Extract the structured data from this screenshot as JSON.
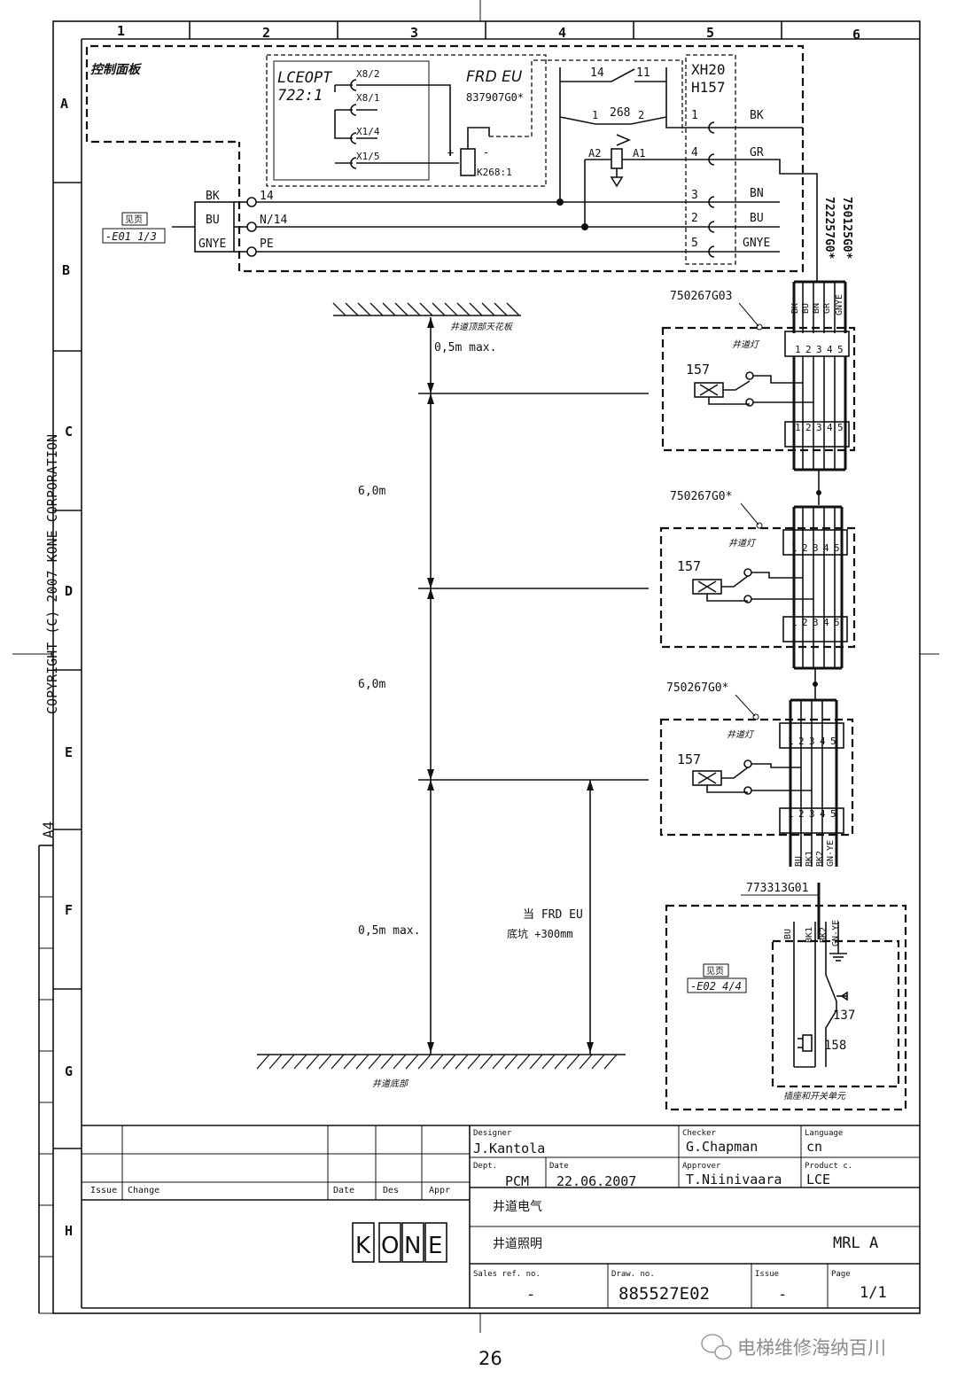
{
  "grid": {
    "columns": [
      "1",
      "2",
      "3",
      "4",
      "5",
      "6"
    ],
    "rows": [
      "A",
      "B",
      "C",
      "D",
      "E",
      "F",
      "G",
      "H"
    ]
  },
  "side_text": {
    "copyright": "COPYRIGHT (C) 2007 KONE CORPORATION",
    "paper_size": "A4"
  },
  "control_panel": {
    "title": "控制面板",
    "lceopt": [
      "LCEOPT",
      "722:1"
    ],
    "lceopt_pins": [
      "X8/2",
      "X8/1",
      "X1/4",
      "X1/5"
    ],
    "frd": {
      "title": "FRD EU",
      "code": "837907G0*"
    },
    "relay_label": "K268:1",
    "relay_plus": "+",
    "relay_minus": "-",
    "contact": {
      "no1": "14",
      "no2": "11",
      "coil_no": "268",
      "pin1": "1",
      "pin2": "2",
      "a2": "A2",
      "a1": "A1"
    },
    "connector": {
      "name": [
        "XH20",
        "H157"
      ],
      "pins": [
        "1",
        "4",
        "3",
        "2",
        "5"
      ],
      "wires": [
        "BK",
        "GR",
        "BN",
        "BU",
        "GNYE"
      ]
    },
    "supply_wires": [
      "BK",
      "BU",
      "GNYE"
    ],
    "supply_terminals": [
      "14",
      "N/14",
      "PE"
    ],
    "ref": {
      "label": "见页",
      "value": "-E01 1/3"
    },
    "cable_codes": [
      "750125G0*",
      "722257G0*"
    ]
  },
  "shaft": {
    "ceiling_label": "井道顶部天花板",
    "floor_label": "井道底部",
    "dimensions": [
      "0,5m max.",
      "6,0m",
      "6,0m",
      "0,5m max."
    ],
    "frd_note": [
      "当 FRD EU",
      "底坑 +300mm"
    ]
  },
  "lamps": [
    {
      "code": "750267G03",
      "label": "井道灯",
      "lamp_no": "157"
    },
    {
      "code": "750267G0*",
      "label": "井道灯",
      "lamp_no": "157"
    },
    {
      "code": "750267G0*",
      "label": "井道灯",
      "lamp_no": "157"
    }
  ],
  "terminal_numbers": [
    "1",
    "2",
    "3",
    "4",
    "5"
  ],
  "top_wire_labels": [
    "BK",
    "BU",
    "BN",
    "GR",
    "GNYE"
  ],
  "bottom_wire_labels": [
    "BU",
    "BK1",
    "BK2",
    "GN-YE"
  ],
  "socket_unit": {
    "code": "773313G01",
    "label": "插座和开关单元",
    "ref": {
      "label": "见页",
      "value": "-E02 4/4"
    },
    "switch_no": "137",
    "socket_no": "158"
  },
  "title_block": {
    "rev_headers": [
      "Issue",
      "Change",
      "Date",
      "Des",
      "Appr"
    ],
    "designer_label": "Designer",
    "designer": "J.Kantola",
    "checker_label": "Checker",
    "checker": "G.Chapman",
    "language_label": "Language",
    "language": "cn",
    "dept_label": "Dept.",
    "dept": "PCM",
    "date_label": "Date",
    "date": "22.06.2007",
    "approver_label": "Approver",
    "approver": "T.Niinivaara",
    "product_label": "Product c.",
    "product": "LCE",
    "title1": "井道电气",
    "title2": "井道照明",
    "model": "MRL A",
    "sales_label": "Sales ref. no.",
    "sales": "-",
    "draw_label": "Draw. no.",
    "draw": "885527E02",
    "issue_label": "Issue",
    "issue": "-",
    "page_label": "Page",
    "page": "1/1",
    "logo_letters": [
      "K",
      "O",
      "N",
      "E"
    ]
  },
  "page_number": "26",
  "watermark": "电梯维修海纳百川"
}
